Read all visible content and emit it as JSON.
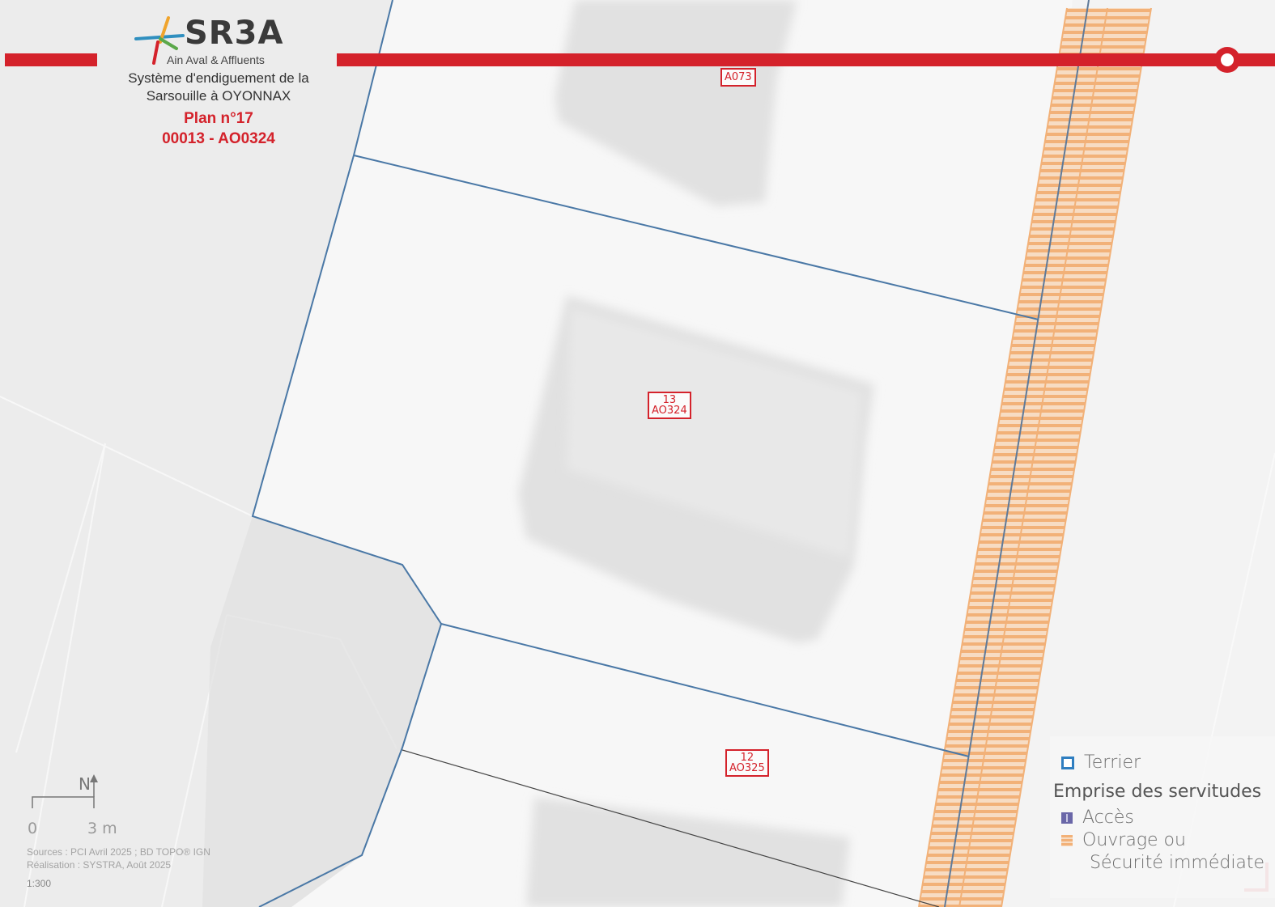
{
  "header": {
    "brand": "SR3A",
    "tagline": "Ain Aval & Affluents",
    "system_line1": "Système d'endiguement de la",
    "system_line2": "Sarsouille à OYONNAX",
    "plan_number": "Plan n°17",
    "plan_ref": "00013 - AO0324"
  },
  "parcels": {
    "top": "A073",
    "center_num": "13",
    "center_id": "AO324",
    "bottom_num": "12",
    "bottom_id": "AO325"
  },
  "legend": {
    "terrier": "Terrier",
    "heading": "Emprise des servitudes",
    "acces": "Accès",
    "ouvrage_line1": "Ouvrage ou",
    "ouvrage_line2": "Sécurité immédiate"
  },
  "scale": {
    "north": "N",
    "zero": "0",
    "distance": "3 m",
    "sources": "Sources : PCI Avril 2025 ; BD TOPO® IGN",
    "realisation": "Réalisation : SYSTRA, Août 2025",
    "ratio": "1:300"
  },
  "colors": {
    "red": "#d4222b",
    "parcel_blue": "#4a78a6",
    "ouvrage_orange": "#f2b178",
    "acces_purple": "#6a67a8"
  }
}
